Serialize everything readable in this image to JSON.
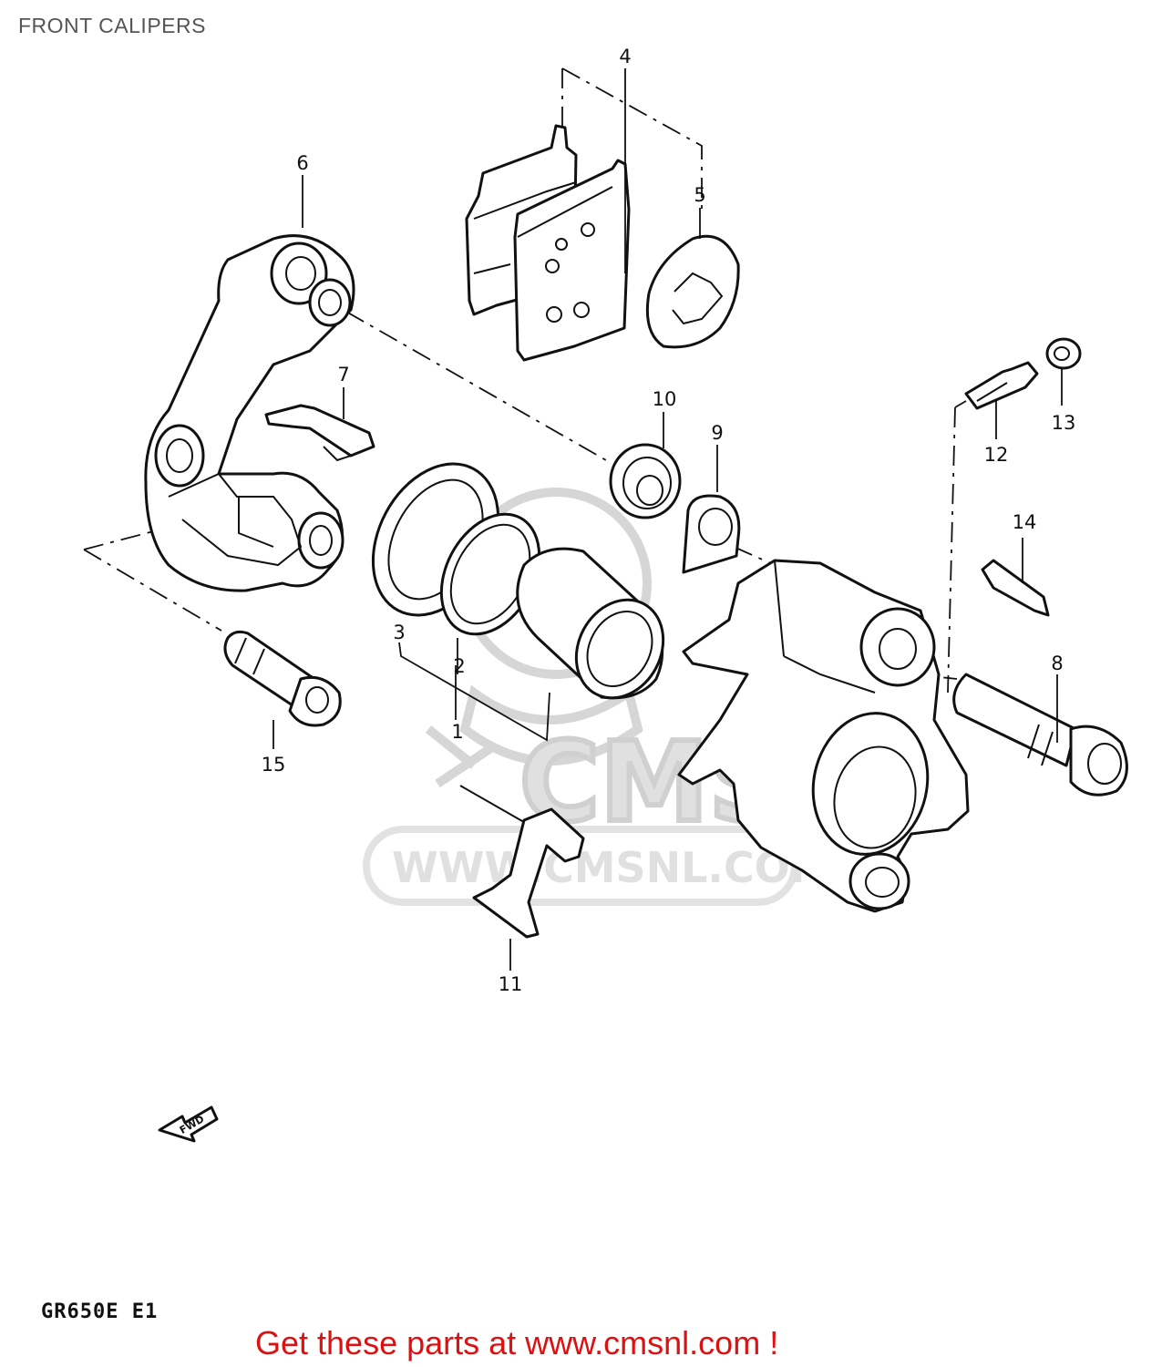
{
  "page": {
    "title": "FRONT CALIPERS",
    "model_code": "GR650E  E1",
    "footer_link": "Get these parts at www.cmsnl.com !"
  },
  "watermark": {
    "logo_text": "CMS",
    "url_text": "WWW.CMSNL.COM"
  },
  "fwd_label": "FWD",
  "callouts": [
    "1",
    "2",
    "3",
    "4",
    "5",
    "6",
    "7",
    "8",
    "9",
    "10",
    "11",
    "12",
    "13",
    "14",
    "15"
  ]
}
